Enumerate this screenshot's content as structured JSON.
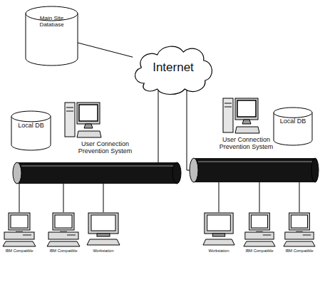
{
  "diagram": {
    "nodes": [
      {
        "text": [
          "Main Site Database"
        ]
      },
      {
        "text": [
          "Internet"
        ]
      },
      {
        "text": [
          "Local DB"
        ]
      },
      {
        "text": [
          "User Connection Prevention System"
        ]
      },
      {
        "text": [
          "User Connection Prevention System"
        ]
      },
      {
        "text": [
          "Local DB"
        ]
      },
      {
        "text": [
          "IBM Compatible"
        ]
      },
      {
        "text": [
          "IBM Compatible"
        ]
      },
      {
        "text": [
          "Workstation"
        ]
      },
      {
        "text": [
          "Workstation"
        ]
      },
      {
        "text": [
          "IBM Compatible"
        ]
      },
      {
        "text": [
          "IBM Compatible"
        ]
      }
    ],
    "edges": [
      {
        "from": 0,
        "to": 1,
        "arrow": "none"
      }
    ]
  }
}
